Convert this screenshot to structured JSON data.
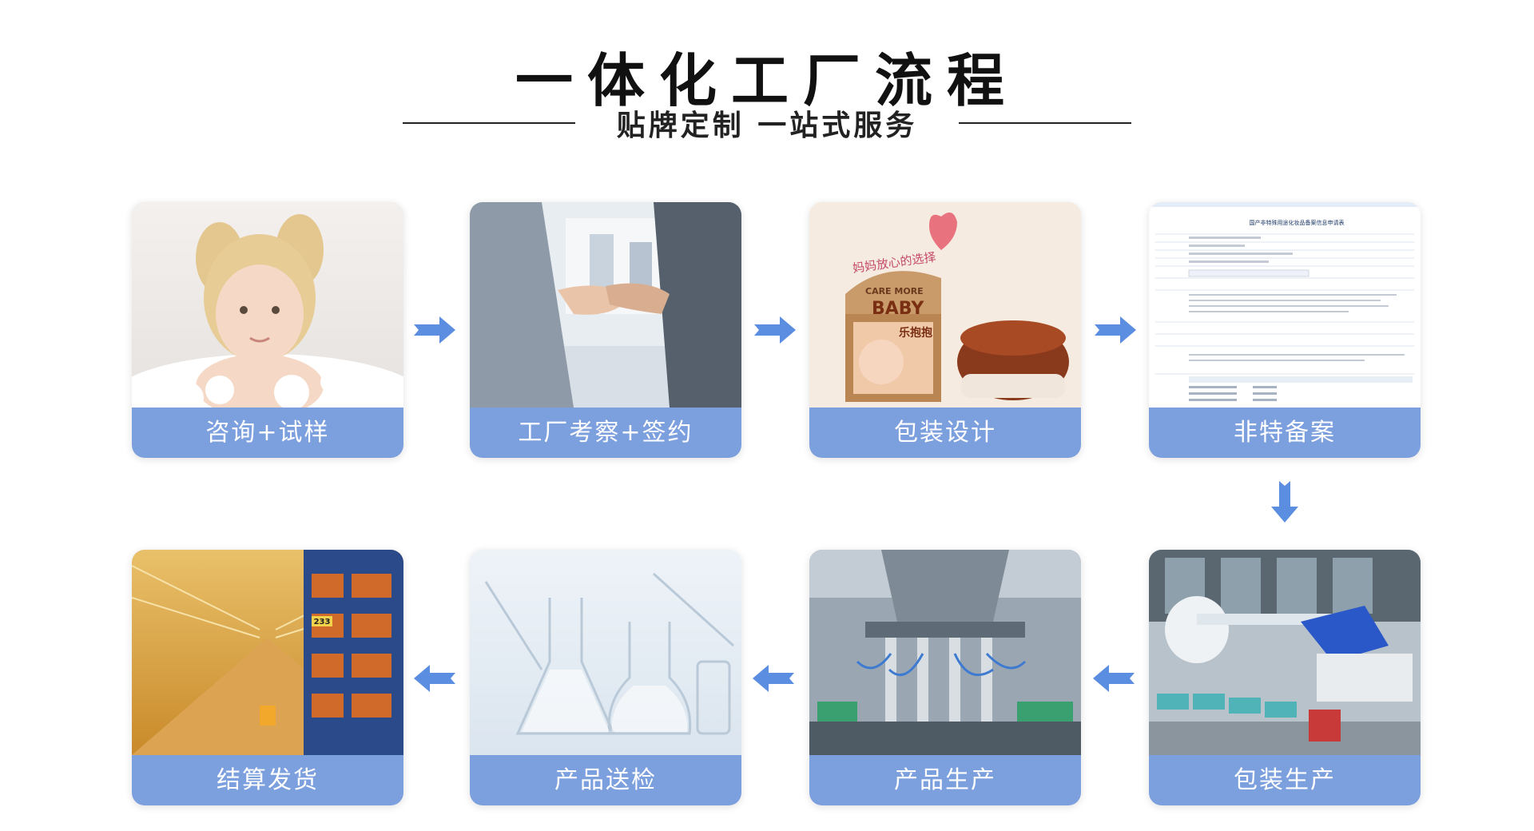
{
  "header": {
    "title": "一体化工厂流程",
    "subtitle": "贴牌定制 一站式服务"
  },
  "steps": [
    {
      "label": "咨询+试样",
      "image": "child-in-bath-photo"
    },
    {
      "label": "工厂考察+签约",
      "image": "business-handshake-photo"
    },
    {
      "label": "包装设计",
      "image": "baby-cream-package-photo",
      "package_text": {
        "slogan": "妈妈放心的选择",
        "brand_top": "CARE MORE",
        "brand": "BABY",
        "product": "乐抱抱"
      }
    },
    {
      "label": "非特备案",
      "image": "registration-form-screenshot",
      "form_title": "国产非特殊用途化妆品备案信息申请表"
    },
    {
      "label": "包装生产",
      "image": "packaging-machine-photo"
    },
    {
      "label": "产品生产",
      "image": "filling-machine-photo"
    },
    {
      "label": "产品送检",
      "image": "lab-glassware-photo"
    },
    {
      "label": "结算发货",
      "image": "warehouse-photo",
      "rack_number": "233"
    }
  ],
  "colors": {
    "label_bg": "#7c9fde",
    "arrow": "#5b8de0",
    "title": "#111111"
  },
  "icons": {
    "arrow_right": "arrow-right-icon",
    "arrow_left": "arrow-left-icon",
    "arrow_down": "arrow-down-icon"
  }
}
